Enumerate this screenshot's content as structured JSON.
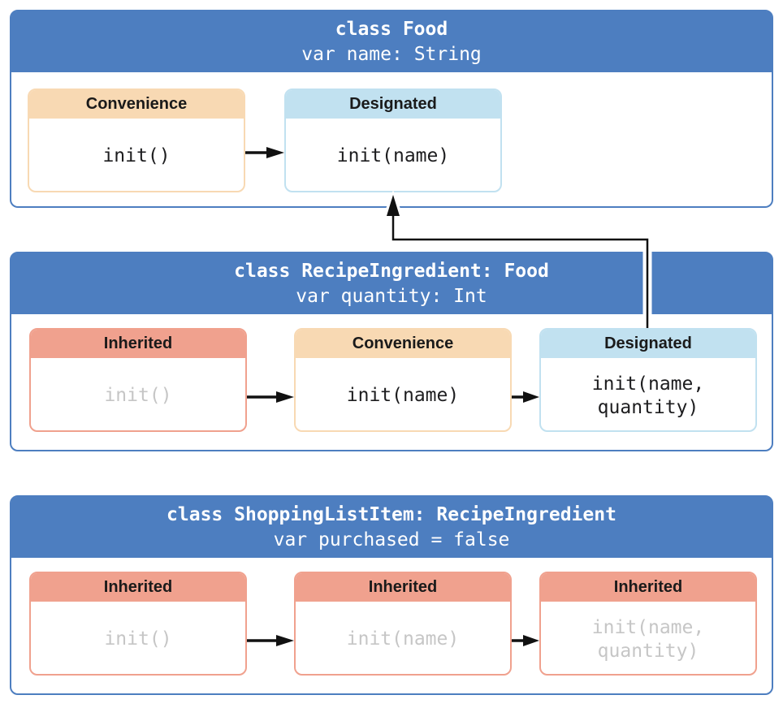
{
  "colors": {
    "class_blue": "#4d7ec0",
    "convenience_tint": "#f8d9b3",
    "designated_tint": "#c1e1f0",
    "inherited_tint": "#f0a18e",
    "muted_text": "#c6c6c6",
    "arrow_black": "#111111"
  },
  "classes": [
    {
      "declaration": "class Food",
      "property": "var name: String",
      "cards": [
        {
          "kind": "Convenience",
          "code": "init()"
        },
        {
          "kind": "Designated",
          "code": "init(name)"
        }
      ]
    },
    {
      "declaration": "class RecipeIngredient: Food",
      "property": "var quantity: Int",
      "cards": [
        {
          "kind": "Inherited",
          "code": "init()"
        },
        {
          "kind": "Convenience",
          "code": "init(name)"
        },
        {
          "kind": "Designated",
          "code": "init(name,\nquantity)"
        }
      ]
    },
    {
      "declaration": "class ShoppingListItem: RecipeIngredient",
      "property": "var purchased = false",
      "cards": [
        {
          "kind": "Inherited",
          "code": "init()"
        },
        {
          "kind": "Inherited",
          "code": "init(name)"
        },
        {
          "kind": "Inherited",
          "code": "init(name,\nquantity)"
        }
      ]
    }
  ],
  "relationships": [
    {
      "type": "delegates-up",
      "from": "RecipeIngredient.Designated init(name, quantity)",
      "to": "Food.Designated init(name)"
    },
    {
      "type": "delegates-across",
      "note": "convenience initializers point right to next initializer in same class"
    }
  ]
}
